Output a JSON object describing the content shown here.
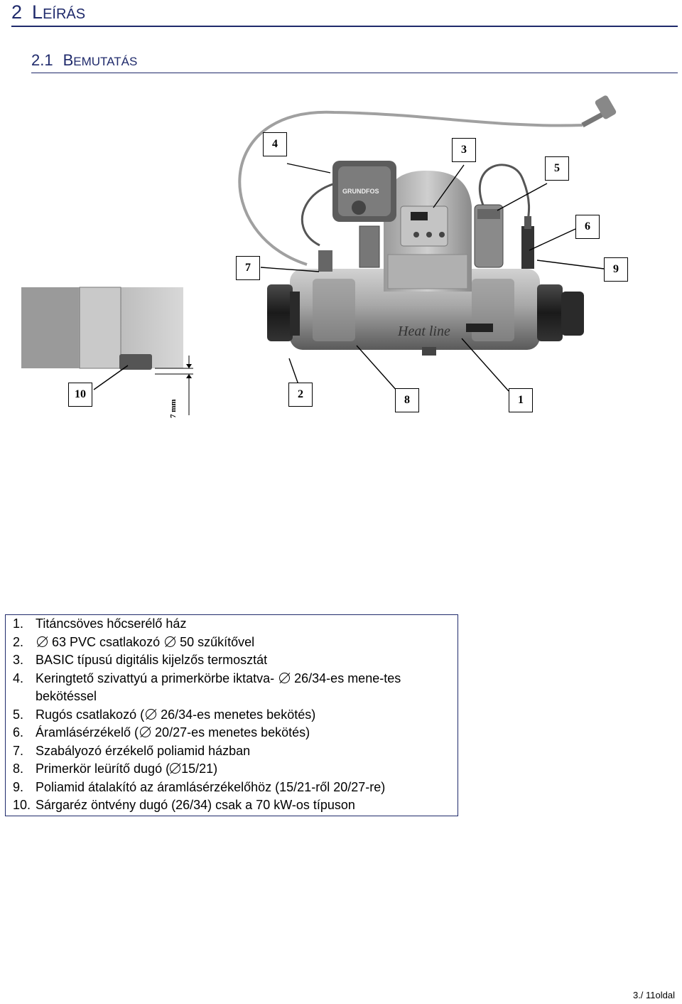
{
  "heading1": {
    "number": "2",
    "initial": "L",
    "rest": "EÍRÁS"
  },
  "heading2": {
    "number": "2.1",
    "initial": "B",
    "rest": "EMUTATÁS"
  },
  "figure": {
    "callouts": [
      "1",
      "2",
      "3",
      "4",
      "5",
      "6",
      "7",
      "8",
      "9",
      "10"
    ],
    "brand_label": "Heat line",
    "pump_label": "GRUNDFOS",
    "dimension_label": "7 mm"
  },
  "legend": {
    "items": [
      {
        "n": "1.",
        "parts": [
          "Titáncsöves hőcserélő ház"
        ]
      },
      {
        "n": "2.",
        "parts": [
          "",
          "63 PVC csatlakozó ",
          "50 szűkítővel"
        ]
      },
      {
        "n": "3.",
        "parts": [
          "BASIC típusú digitális kijelzős termosztát"
        ]
      },
      {
        "n": "4.",
        "parts": [
          "Keringtető szivattyú a primerkörbe iktatva- ",
          "26/34-es mene-tes bekötéssel"
        ]
      },
      {
        "n": "5.",
        "parts": [
          "Rugós csatlakozó (",
          "26/34-es menetes bekötés)"
        ]
      },
      {
        "n": "6.",
        "parts": [
          "Áramlásérzékelő (",
          "20/27-es menetes bekötés)"
        ]
      },
      {
        "n": "7.",
        "parts": [
          "Szabályozó érzékelő poliamid házban"
        ]
      },
      {
        "n": "8.",
        "parts": [
          "Primerkör leürítő dugó (",
          "15/21)"
        ]
      },
      {
        "n": "9.",
        "parts": [
          "Poliamid átalakító az áramlásérzékelőhöz (15/21-ről 20/27-re)"
        ]
      },
      {
        "n": "10.",
        "parts": [
          "Sárgaréz öntvény dugó (26/34) csak a 70 kW-os típuson"
        ]
      }
    ]
  },
  "footer": {
    "page": "3./ 11oldal"
  }
}
